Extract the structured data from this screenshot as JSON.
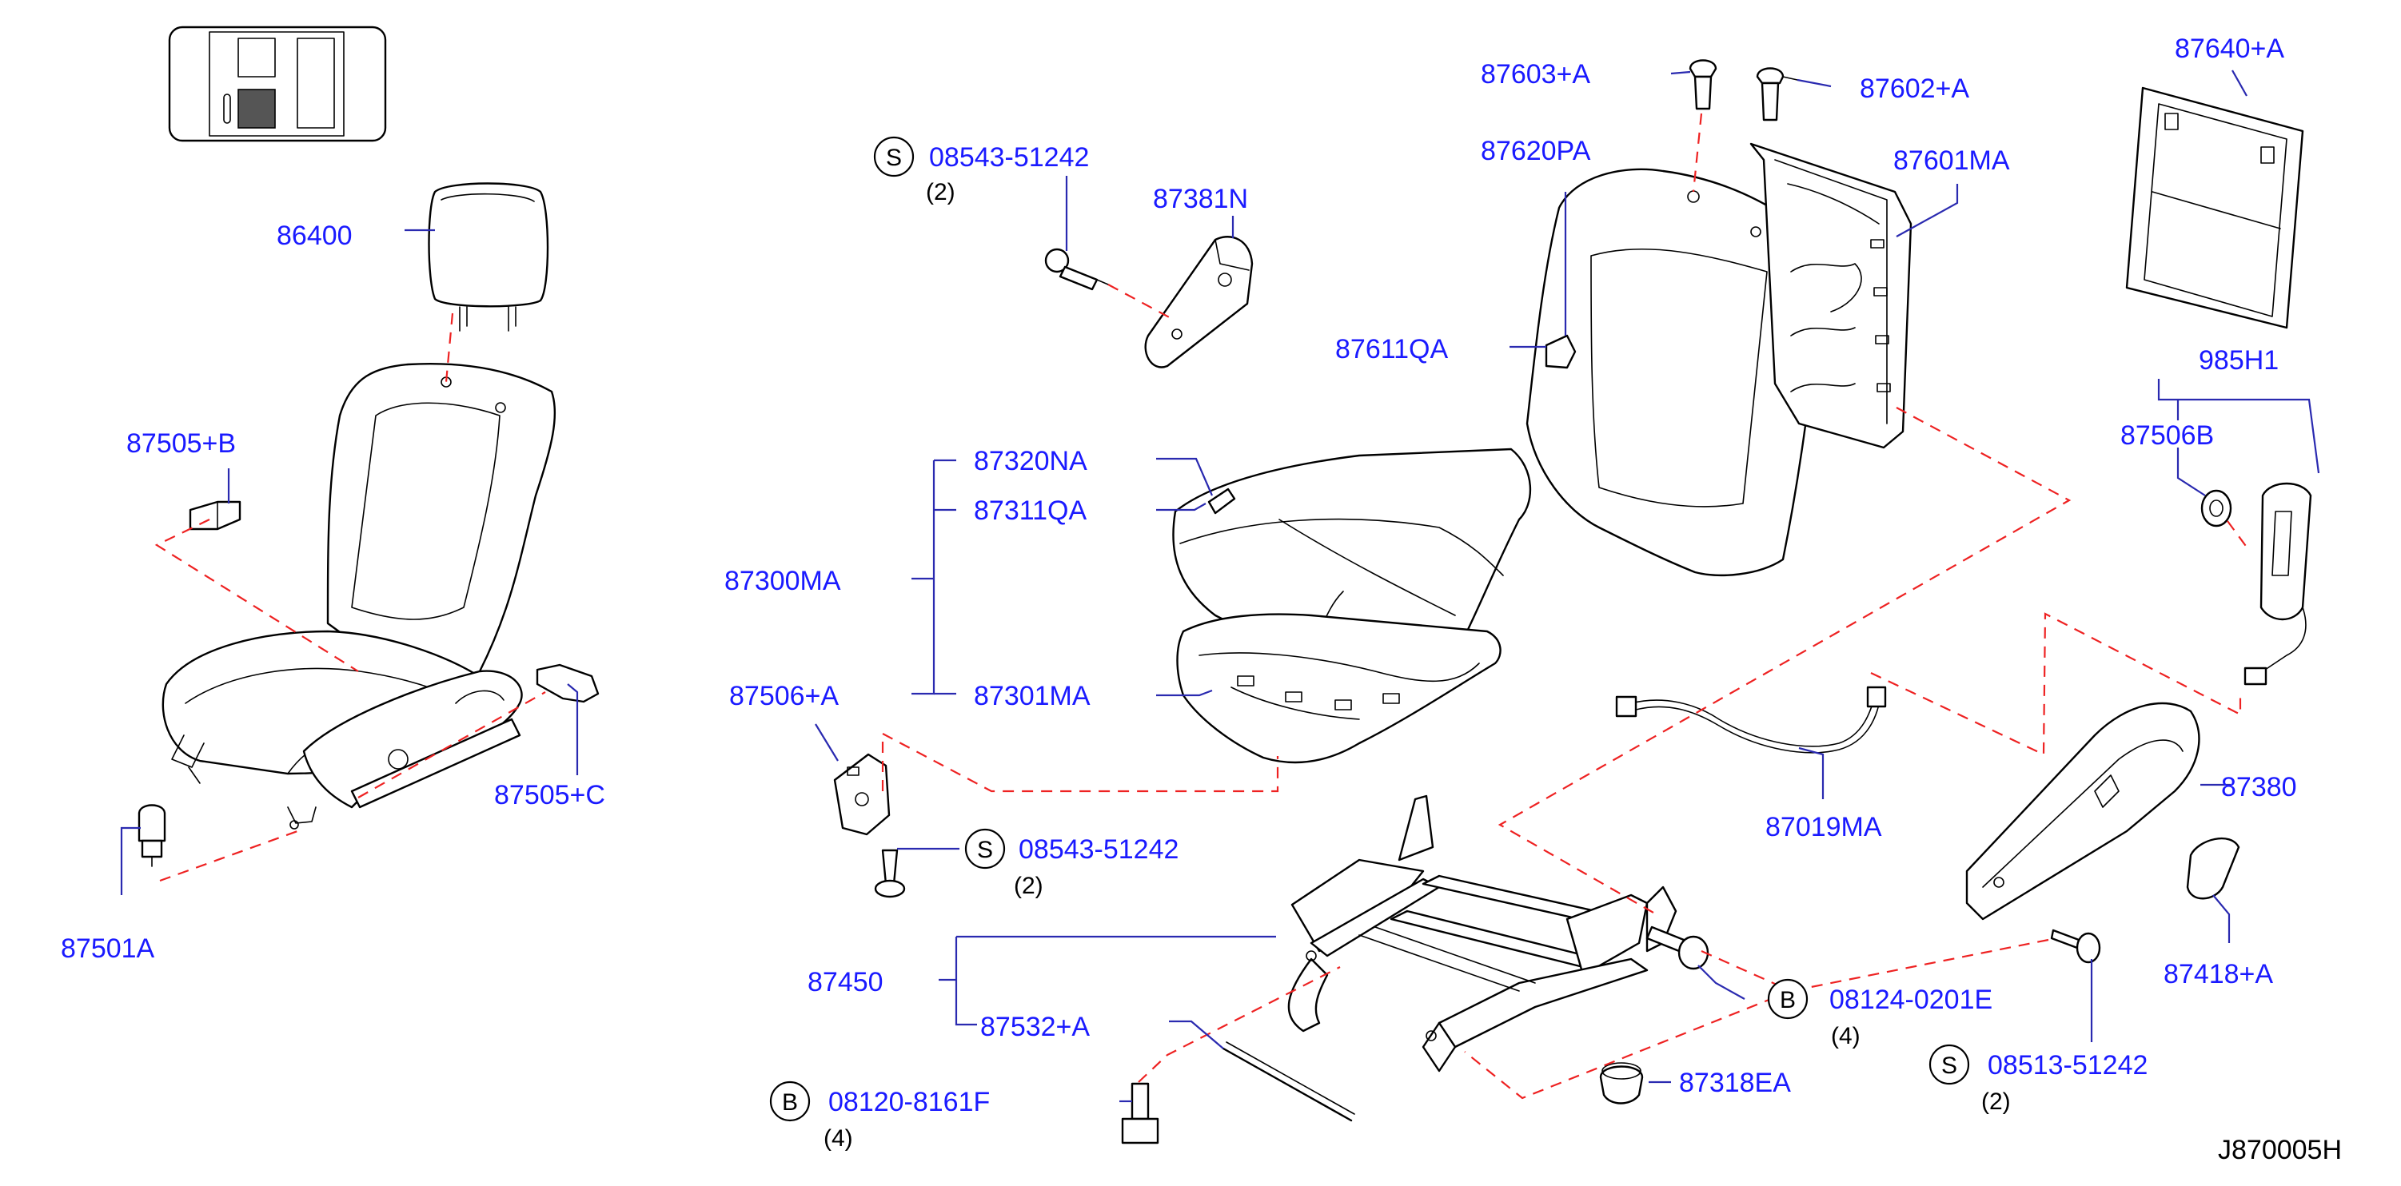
{
  "labels": {
    "p86400": "86400",
    "p87505B": "87505+B",
    "p87505C": "87505+C",
    "p87501A": "87501A",
    "s08543a": "08543-51242",
    "q2a": "(2)",
    "p87381N": "87381N",
    "p87320NA": "87320NA",
    "p87311QA": "87311QA",
    "p87300MA": "87300MA",
    "p87301MA": "87301MA",
    "p87506A": "87506+A",
    "s08543b": "08543-51242",
    "q2b": "(2)",
    "p87450": "87450",
    "p87532A": "87532+A",
    "b08120": "08120-8161F",
    "q4a": "(4)",
    "p87603A": "87603+A",
    "p87602A": "87602+A",
    "p87620PA": "87620PA",
    "p87601MA": "87601MA",
    "p87611QA": "87611QA",
    "p87640A": "87640+A",
    "p985H1": "985H1",
    "p87506B": "87506B",
    "p87019MA": "87019MA",
    "p87380": "87380",
    "p87418A": "87418+A",
    "b08124": "08124-0201E",
    "q4b": "(4)",
    "s08513": "08513-51242",
    "q2c": "(2)",
    "p87318EA": "87318EA"
  },
  "symbols": {
    "s": "S",
    "b": "B"
  },
  "diagram_code": "J870005H"
}
